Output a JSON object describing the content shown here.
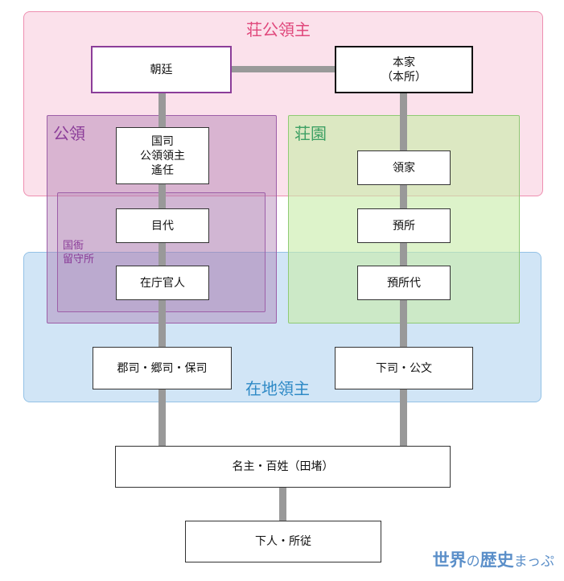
{
  "regions": {
    "shoen_ryoshu": "荘公領主",
    "koryo": "公領",
    "shoen": "荘園",
    "kokuga": [
      "国衙",
      "留守所"
    ],
    "zaichi_ryoshu": "在地領主"
  },
  "boxes": {
    "chotei": "朝廷",
    "honke": [
      "本家",
      "（本所）"
    ],
    "kokushi": [
      "国司",
      "公領領主",
      "遙任"
    ],
    "ryoke": "領家",
    "mokudai": "目代",
    "azukaridokoro": "預所",
    "zaichokanjin": "在庁官人",
    "azukaridokorodai": "預所代",
    "gunji": "郡司・郷司・保司",
    "gesu": "下司・公文",
    "myoshu": "名主・百姓（田堵）",
    "genin": "下人・所従"
  },
  "logo": {
    "text_main": "世界",
    "text_no": "の",
    "text_main2": "歴史",
    "text_tail": "まっぷ"
  },
  "colors": {
    "pink_fill": "#fbe3ec",
    "pink_border": "#ee8fb0",
    "pink_text": "#e0487c",
    "purple_fill": "#cdb5d3",
    "purple_border": "#9d5fa8",
    "purple_text": "#8b3d99",
    "green_fill": "#daf0cc",
    "green_border": "#8fca74",
    "green_text": "#3ea064",
    "blue_fill": "#d0e5f5",
    "blue_border": "#94c2e6",
    "blue_text": "#2f8ac6"
  }
}
